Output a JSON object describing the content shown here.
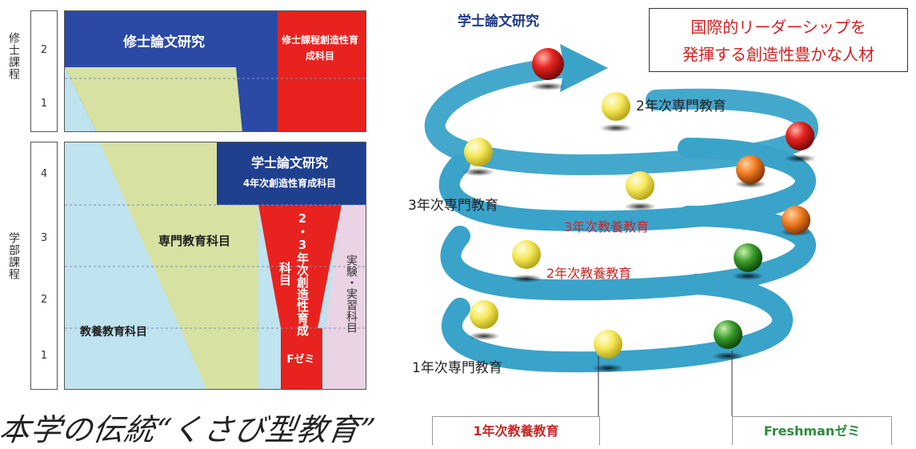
{
  "left_chart": {
    "masters_label": "修士課程",
    "undergrad_label": "学部課程",
    "masters_years": [
      "2",
      "1"
    ],
    "undergrad_years": [
      "4",
      "3",
      "2",
      "1"
    ],
    "masters_thesis": "修士論文研究",
    "masters_creativity": "修士課程創造性育成科目",
    "bachelor_thesis_title": "学士論文研究",
    "bachelor_thesis_sub": "4年次創造性育成科目",
    "specialized_subjects": "専門教育科目",
    "creativity_23": "2・3年次創造性育成科目",
    "experiment_practice": "実験・実習科目",
    "liberal_arts_subjects": "教養教育科目",
    "f_seminar": "Fゼミ"
  },
  "caption": "本学の伝統“くさび型教育”",
  "spiral": {
    "goal_line1": "国際的リーダーシップを",
    "goal_line2": "発揮する創造性豊かな人材",
    "bachelor_thesis": "学士論文研究",
    "year2_specialized": "2年次専門教育",
    "year3_specialized": "3年次専門教育",
    "year3_liberal": "3年次教養教育",
    "year2_liberal": "2年次教養教育",
    "year1_specialized": "1年次専門教育",
    "year1_liberal": "1年次教養教育",
    "freshman_seminar": "Freshmanゼミ"
  },
  "colors": {
    "navy": "#2a4aa6",
    "red": "#e8221e",
    "light_blue": "#bfe3ef",
    "olive": "#d7e1a2",
    "pink": "#ead3e4",
    "dark_navy": "#1f3f8f",
    "spiral": "#3aa3c9"
  }
}
